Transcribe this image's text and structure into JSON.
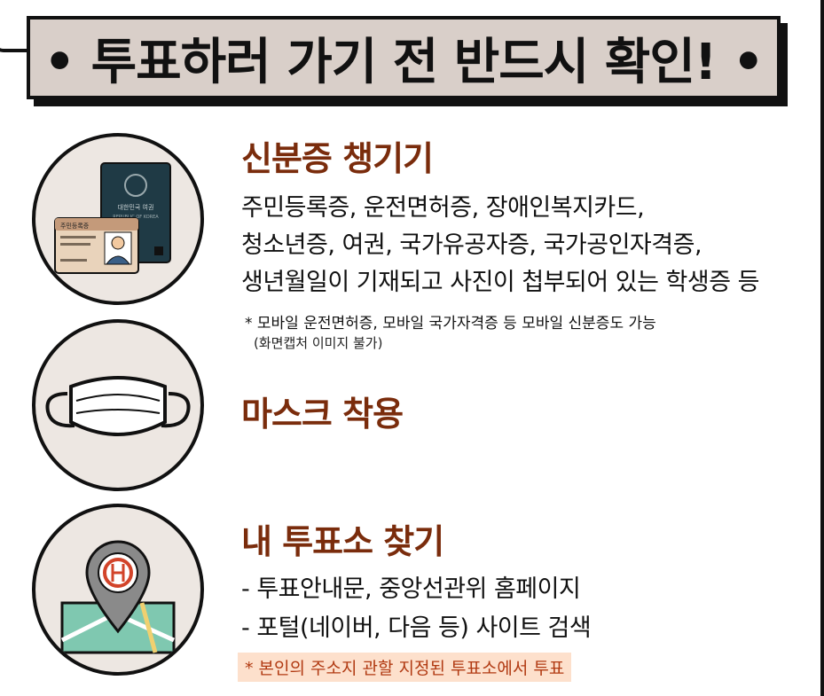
{
  "banner": {
    "title": "• 투표하러 가기 전  반드시 확인! •"
  },
  "sections": [
    {
      "icon": "id-card-passport-icon",
      "title": "신분증 챙기기",
      "lines": [
        "주민등록증, 운전면허증, 장애인복지카드,",
        "청소년증, 여권, 국가유공자증, 국가공인자격증,",
        "생년월일이 기재되고 사진이 첩부되어 있는 학생증 등"
      ],
      "note": "* 모바일 운전면허증, 모바일 국가자격증 등 모바일 신분증도 가능",
      "subnote": "(화면캡처 이미지 불가)",
      "card_text": {
        "card_title": "주민등록증",
        "passport_title": "대한민국 여권",
        "passport_sub": "REPUBLIC OF KOREA"
      }
    },
    {
      "icon": "face-mask-icon",
      "title": "마스크 착용"
    },
    {
      "icon": "polling-location-pin-icon",
      "title": "내 투표소 찾기",
      "lines": [
        "- 투표안내문, 중앙선관위 홈페이지",
        "- 포털(네이버, 다음 등) 사이트 검색"
      ],
      "highlight": "* 본인의 주소지 관할 지정된 투표소에서 투표"
    }
  ],
  "colors": {
    "banner_bg": "#d9cfc9",
    "title_color": "#7a2c0c",
    "circle_bg": "#ede7e2",
    "highlight_bg": "#fde0cc",
    "highlight_text": "#b13a12"
  }
}
